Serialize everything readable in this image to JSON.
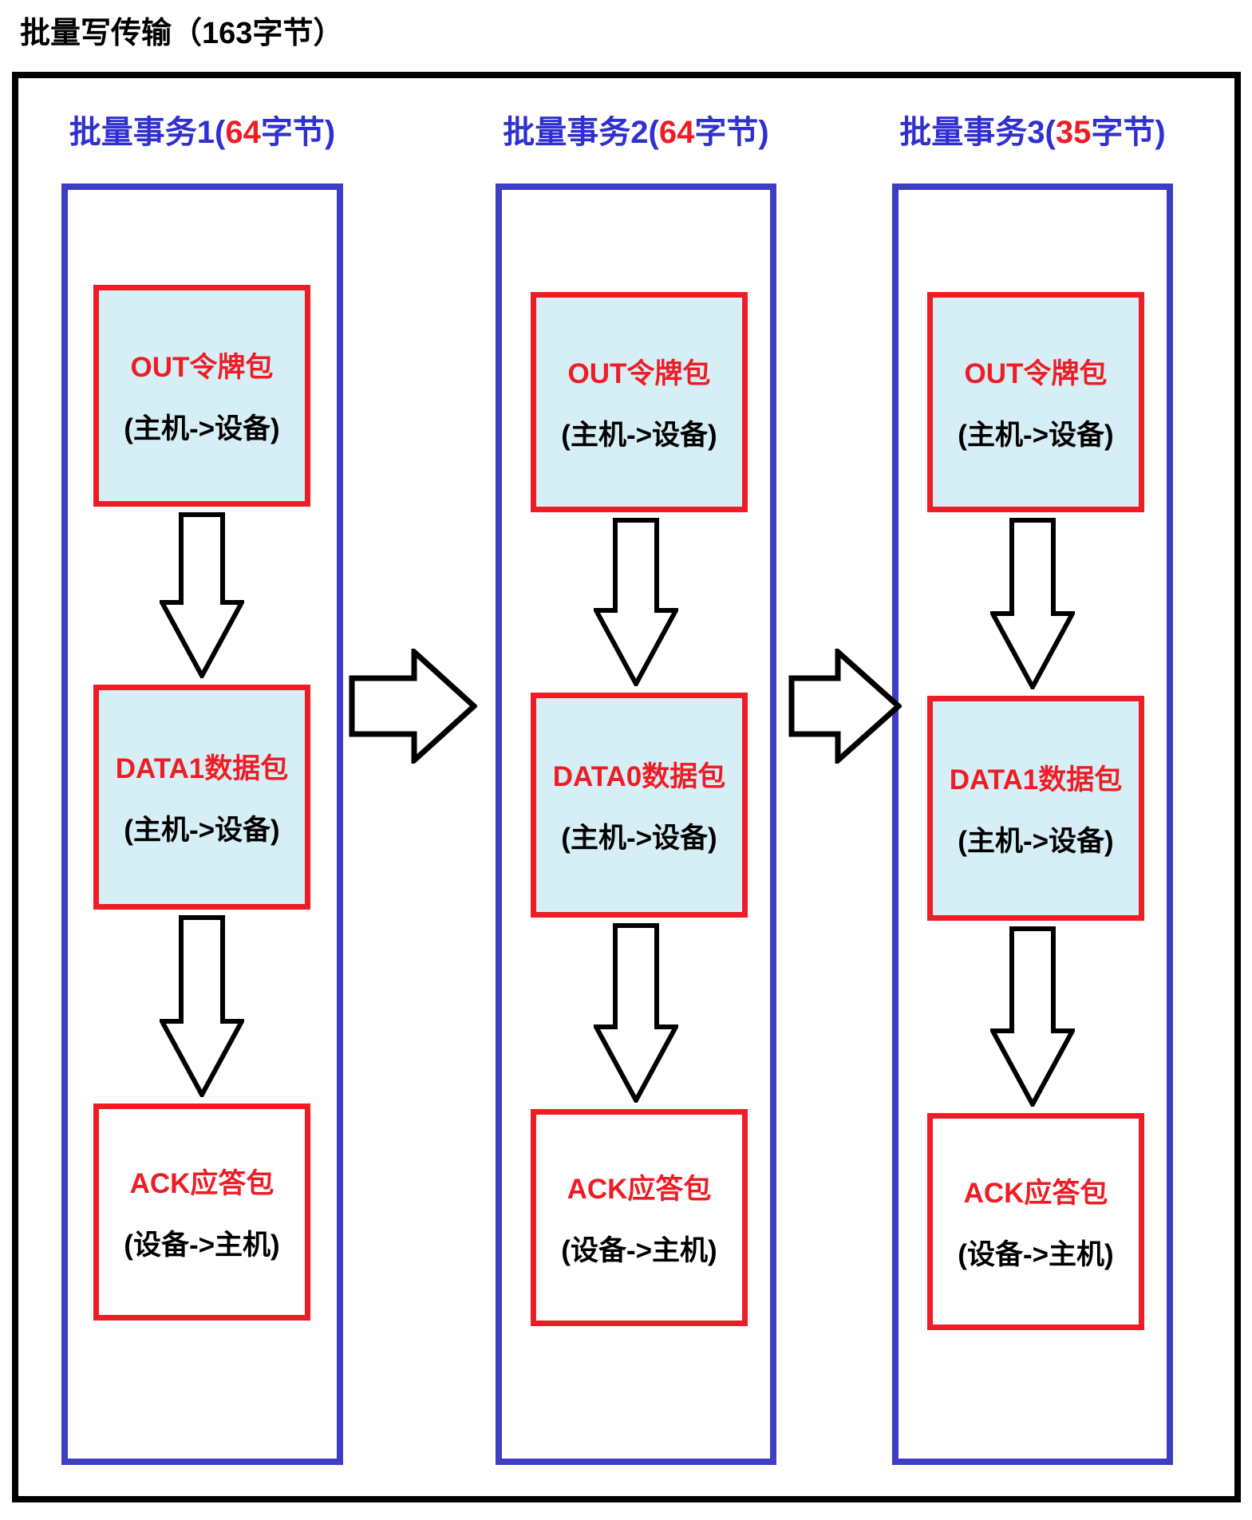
{
  "title": "批量写传输（163字节）",
  "colors": {
    "frame_black": "#000000",
    "column_border_blue": "#3E3EC4",
    "header_text_blue": "#3030D0",
    "accent_red": "#EE1C25",
    "packet_fill_light_blue": "#D6EEF5",
    "packet_fill_white": "#FFFFFF"
  },
  "columns": [
    {
      "header": {
        "prefix": "批量事务1(",
        "bytes": "64",
        "suffix": "字节)"
      },
      "boxes": [
        {
          "name": "OUT令牌包",
          "direction": "(主机->设备)"
        },
        {
          "name": "DATA1数据包",
          "direction": "(主机->设备)"
        },
        {
          "name": "ACK应答包",
          "direction": "(设备->主机)"
        }
      ]
    },
    {
      "header": {
        "prefix": "批量事务2(",
        "bytes": "64",
        "suffix": "字节)"
      },
      "boxes": [
        {
          "name": "OUT令牌包",
          "direction": "(主机->设备)"
        },
        {
          "name": "DATA0数据包",
          "direction": "(主机->设备)"
        },
        {
          "name": "ACK应答包",
          "direction": "(设备->主机)"
        }
      ]
    },
    {
      "header": {
        "prefix": "批量事务3(",
        "bytes": "35",
        "suffix": "字节)"
      },
      "boxes": [
        {
          "name": "OUT令牌包",
          "direction": "(主机->设备)"
        },
        {
          "name": "DATA1数据包",
          "direction": "(主机->设备)"
        },
        {
          "name": "ACK应答包",
          "direction": "(设备->主机)"
        }
      ]
    }
  ]
}
